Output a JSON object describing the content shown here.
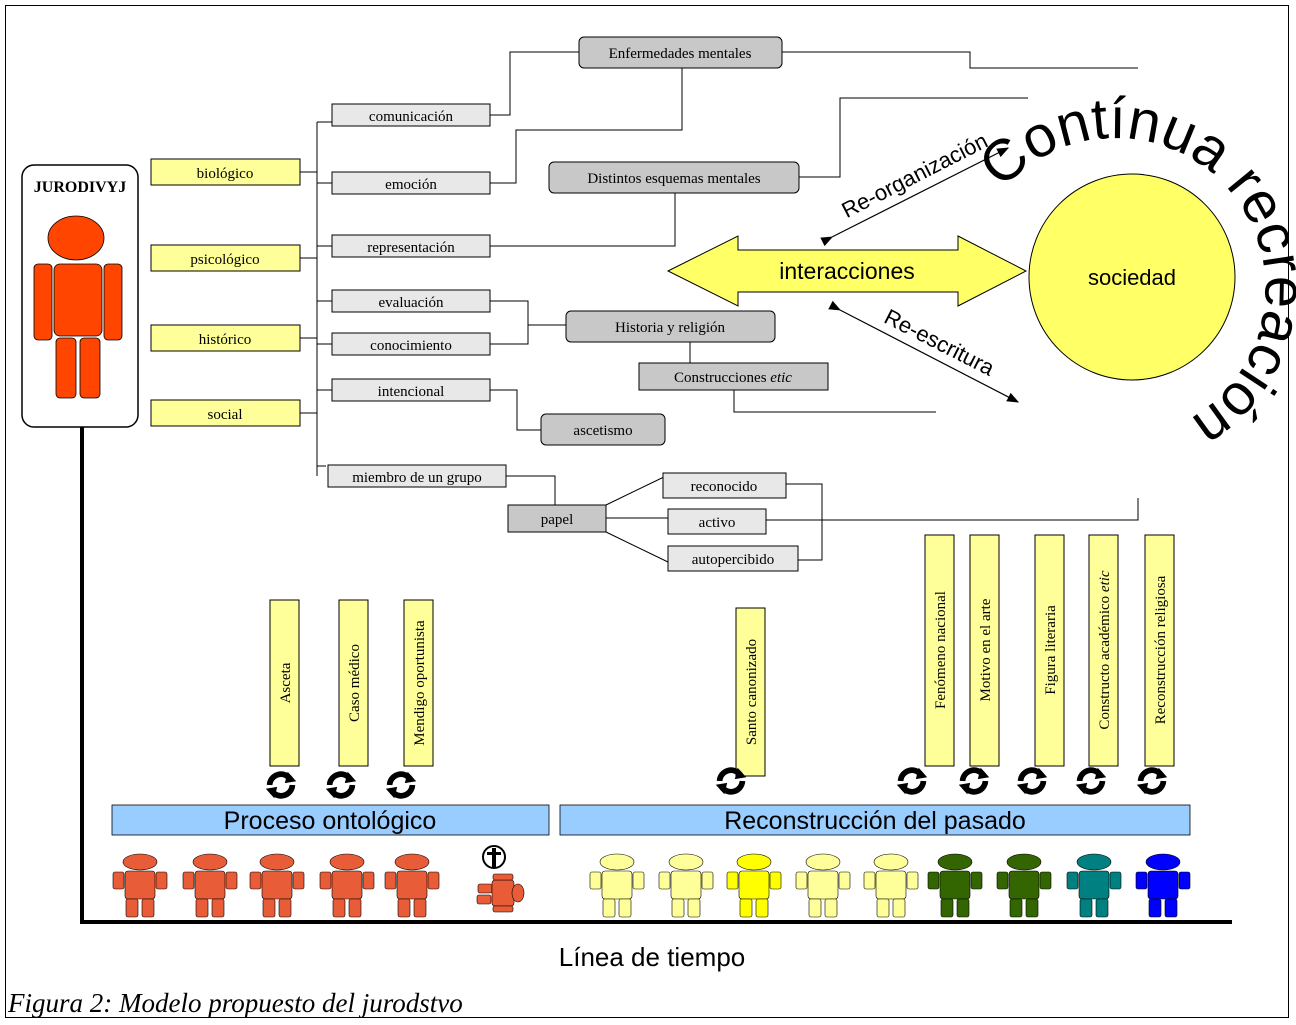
{
  "figure": {
    "caption": "Figura 2: Modelo propuesto del jurodstvo",
    "subject_label": "JURODIVYJ",
    "timeline_label": "Línea de tiempo",
    "dimensions": [
      "biológico",
      "psicológico",
      "histórico",
      "social"
    ],
    "aspects": [
      "comunicación",
      "emoción",
      "representación",
      "evaluación",
      "conocimiento",
      "intencional",
      "miembro de un grupo"
    ],
    "grey_nodes": {
      "enfermedades": "Enfermedades mentales",
      "esquemas": "Distintos esquemas mentales",
      "historia": "Historia y religión",
      "construcciones": "Construcciones ",
      "construcciones_em": "etic",
      "ascetismo": "ascetismo",
      "papel": "papel"
    },
    "roles": [
      "reconocido",
      "activo",
      "autopercibido"
    ],
    "interacciones": "interacciones",
    "sociedad": "sociedad",
    "reorganizacion": "Re-organización",
    "reescritura": "Re-escritura",
    "arc_text": "Contínua recreación",
    "phase_labels": [
      "Proceso ontológico",
      "Reconstrucción del pasado"
    ],
    "stage_labels": {
      "asceta": "Asceta",
      "caso": "Caso médico",
      "mendigo": "Mendigo oportunista",
      "santo": "Santo canonizado",
      "fenomeno": "Fenómeno nacional",
      "motivo": "Motivo en el arte",
      "figura": "Figura literaria",
      "constructo": "Constructo académico ",
      "constructo_em": "etic",
      "reconstruccion": "Reconstrucción religiosa"
    },
    "figure_colors": {
      "red": "#e85c38",
      "pale": "#ffff99",
      "yellow": "#ffff00",
      "dark_green": "#336600",
      "teal": "#008080",
      "blue": "#0000ff",
      "person": "#ff4500"
    }
  }
}
